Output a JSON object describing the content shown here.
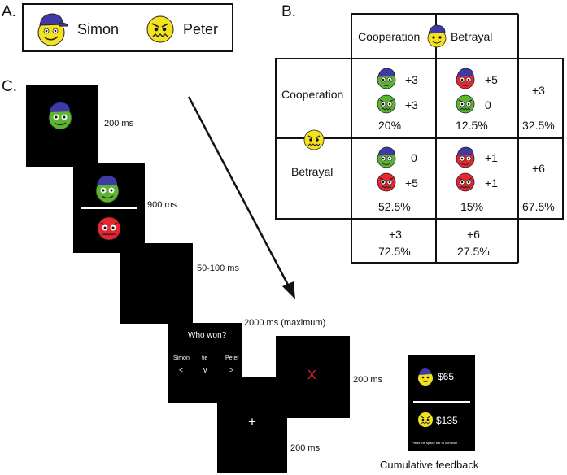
{
  "panels": {
    "a": "A.",
    "b": "B.",
    "c": "C."
  },
  "legend": {
    "player1": {
      "name": "Simon",
      "icon": "smiley-with-cap-icon"
    },
    "player2": {
      "name": "Peter",
      "icon": "angry-smiley-icon"
    }
  },
  "matrix": {
    "col_headers": [
      "Cooperation",
      "Betrayal"
    ],
    "row_headers": [
      "Cooperation",
      "Betrayal"
    ],
    "cells": [
      [
        {
          "simon": "+3",
          "peter": "+3",
          "percent": "20%"
        },
        {
          "simon": "+5",
          "peter": "0",
          "percent": "12.5%"
        }
      ],
      [
        {
          "simon": "0",
          "peter": "+5",
          "percent": "52.5%"
        },
        {
          "simon": "+1",
          "peter": "+1",
          "percent": "15%"
        }
      ]
    ],
    "row_totals": [
      {
        "value": "+3",
        "percent": "32.5%"
      },
      {
        "value": "+6",
        "percent": "67.5%"
      }
    ],
    "col_totals": [
      {
        "value": "+3",
        "percent": "72.5%"
      },
      {
        "value": "+6",
        "percent": "27.5%"
      }
    ]
  },
  "sequence": {
    "timings": [
      "200 ms",
      "900 ms",
      "50-100 ms",
      "2000 ms (maximum)",
      "200 ms",
      "200 ms"
    ],
    "question": "Who won?",
    "options": [
      {
        "label": "Simon",
        "key": "<"
      },
      {
        "label": "tie",
        "key": "v"
      },
      {
        "label": "Peter",
        "key": ">"
      }
    ],
    "fixation": "+",
    "feedback_mark": "X"
  },
  "cumulative": {
    "simon_amount": "$65",
    "peter_amount": "$135",
    "instruction": "Press the space bar to continue",
    "caption": "Cumulative feedback"
  },
  "colors": {
    "yellow": "#f4e21f",
    "green": "#5cb531",
    "red": "#e8262f",
    "cap": "#3f3aa5",
    "feedback_x": "#e8262f"
  }
}
